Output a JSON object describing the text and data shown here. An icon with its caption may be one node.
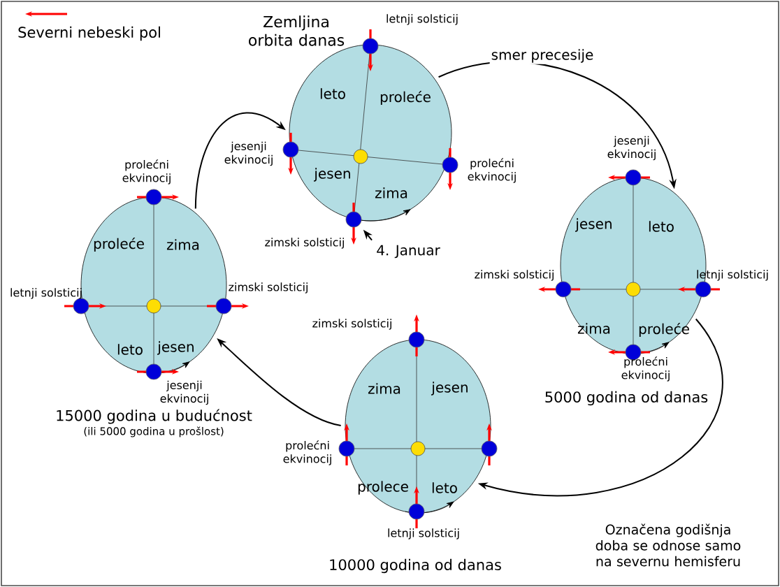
{
  "diagram": {
    "nodes": [
      {
        "text": [
          "Zemljina orbita danas",
          "leto",
          "proleće",
          "jesen",
          "zima"
        ],
        "beside": [
          "letnji solsticij",
          "jesenji ekvinocij",
          "prolećni ekvinocij",
          "zimski solsticij"
        ]
      },
      {
        "text": [
          "jesen",
          "leto",
          "zima",
          "proleće",
          "5000 godina od danas"
        ],
        "beside": [
          "jesenji ekvinocij",
          "zimski solsticij",
          "letnji solsticij",
          "prolećni ekvinocij"
        ]
      },
      {
        "text": [
          "zimski solsticij",
          "zima",
          "jesen",
          "prolece",
          "leto",
          "letnji solsticij",
          "10000 godina od danas"
        ],
        "beside": [
          "prolećni ekvinocij"
        ]
      },
      {
        "text": [
          "proleće",
          "zima",
          "leto",
          "jesen",
          "jesenji ekvinocij",
          "15000 godina u budućnost",
          "(ili 5000 godina u prošlost)"
        ],
        "beside": [
          "prolećni ekvinocij",
          "letnji solsticij",
          "zimski solsticij"
        ]
      },
      {
        "text": [
          "4. Januar"
        ]
      }
    ],
    "edges": [
      {
        "from": 3,
        "to": 0,
        "arrow": "to"
      },
      {
        "from": 0,
        "to": 1,
        "arrow": "to",
        "label": "smer precesije"
      },
      {
        "from": 1,
        "to": 2,
        "arrow": "to"
      },
      {
        "from": 2,
        "to": 3,
        "arrow": "to"
      },
      {
        "from": 4,
        "to": null,
        "arrow": "to"
      }
    ],
    "labels": [
      "Označena godišnja doba se odnose samo na severnu hemisferu"
    ],
    "legend": [
      {
        "text": "Severni nebeski pol"
      }
    ]
  }
}
